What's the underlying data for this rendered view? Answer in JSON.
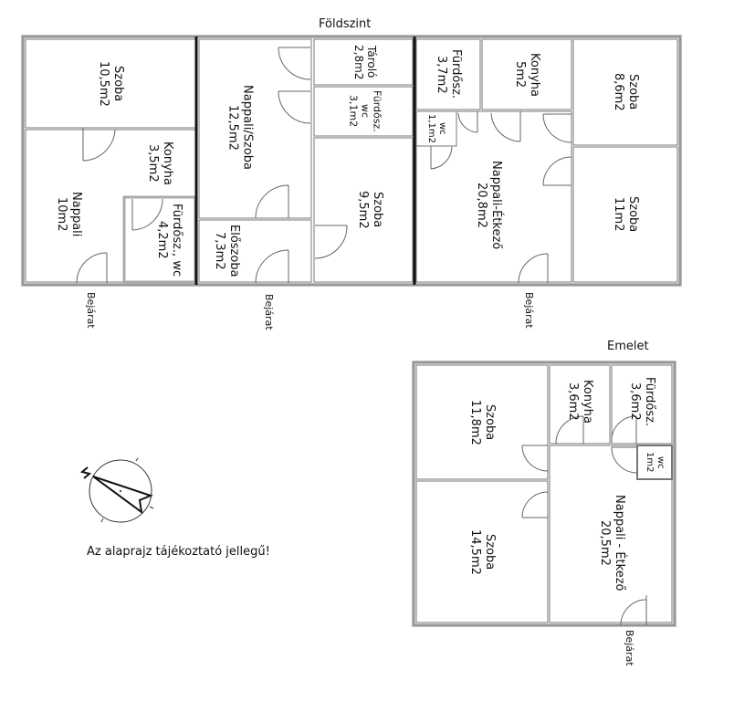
{
  "ground_floor": {
    "title": "Földszint",
    "rooms": [
      {
        "name": "Szoba",
        "area": "10,5m2"
      },
      {
        "name": "Nappali",
        "area": "10m2"
      },
      {
        "name": "Konyha",
        "area": "3,5m2"
      },
      {
        "name": "Fürdősz., wc",
        "area": "4,2m2"
      },
      {
        "name": "Nappali/Szoba",
        "area": "12,5m2"
      },
      {
        "name": "Előszoba",
        "area": "7,3m2"
      },
      {
        "name": "Tároló",
        "area": "2,8m2"
      },
      {
        "name": "Fürdősz.",
        "sub": "wc",
        "area": "3,1m2"
      },
      {
        "name": "Szoba",
        "area": "9,5m2"
      },
      {
        "name": "Fürdősz.",
        "area": "3,7m2"
      },
      {
        "name": "Konyha",
        "area": "5m2"
      },
      {
        "name": "Szoba",
        "area": "8,6m2"
      },
      {
        "name": "wc",
        "area": "1,1m2"
      },
      {
        "name": "Nappali-Étkező",
        "area": "20,8m2"
      },
      {
        "name": "Szoba",
        "area": "11m2"
      }
    ],
    "entrances": [
      "Bejárat",
      "Bejárat",
      "Bejárat"
    ]
  },
  "upper_floor": {
    "title": "Emelet",
    "rooms": [
      {
        "name": "Szoba",
        "area": "11,8m2"
      },
      {
        "name": "Szoba",
        "area": "14,5m2"
      },
      {
        "name": "Konyha",
        "area": "3,6m2"
      },
      {
        "name": "Fürdősz.",
        "area": "3,6m2"
      },
      {
        "name": "wc",
        "area": "1m2"
      },
      {
        "name": "Nappali - Étkező",
        "area": "20,5m2"
      }
    ],
    "entrance": "Bejárat"
  },
  "compass": {
    "label": "N"
  },
  "note": "Az alaprajz tájékoztató jellegű!"
}
